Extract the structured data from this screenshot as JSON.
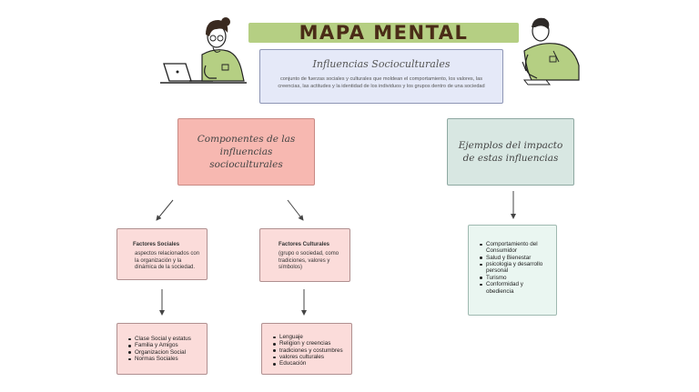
{
  "title": "MAPA MENTAL",
  "intro": {
    "heading": "Influencias Socioculturales",
    "description": "conjunto de fuerzas sociales y culturales que moldean el comportamiento, los valores, las creencias, las actitudes y la identidad de los individuos y los grupos dentro de una sociedad"
  },
  "components": {
    "label": "Componentes de las influencias socioculturales",
    "social": {
      "heading": "Factores Sociales",
      "text": "aspectos relacionados con la organización y la dinámica de la sociedad.",
      "items": [
        "Clase Social y estatus",
        "Familia y Amigos",
        "Organizacion Social",
        "Normas Sociales"
      ]
    },
    "cultural": {
      "heading": "Factores Culturales",
      "text": "(grupo o sociedad, como tradiciones, valores y símbolos)",
      "items": [
        "Lenguaje",
        "Religion y creencias",
        "tradiciones y costumbres",
        "valores culturales",
        "Educación"
      ]
    }
  },
  "examples": {
    "label": "Ejemplos del impacto de estas influencias",
    "items": [
      "Comportamiento del Consumidor",
      "Salud y Bienestar",
      "psicologia y desarrollo personal",
      "Turismo",
      "Conformidad y obediencia"
    ]
  },
  "colors": {
    "title_band": "#b5cf83",
    "title_text": "#4a2c17",
    "intro_box": "#e5e9f8",
    "components_box": "#f7b8b1",
    "examples_box": "#d8e7e2",
    "node_box": "#fbdcda",
    "impact_box": "#eaf6f1",
    "illustration_green": "#b5cf83"
  },
  "icons": [
    "woman-with-laptop-illustration",
    "man-writing-illustration",
    "arrow-down-left-icon",
    "arrow-down-right-icon",
    "arrow-down-icon"
  ]
}
